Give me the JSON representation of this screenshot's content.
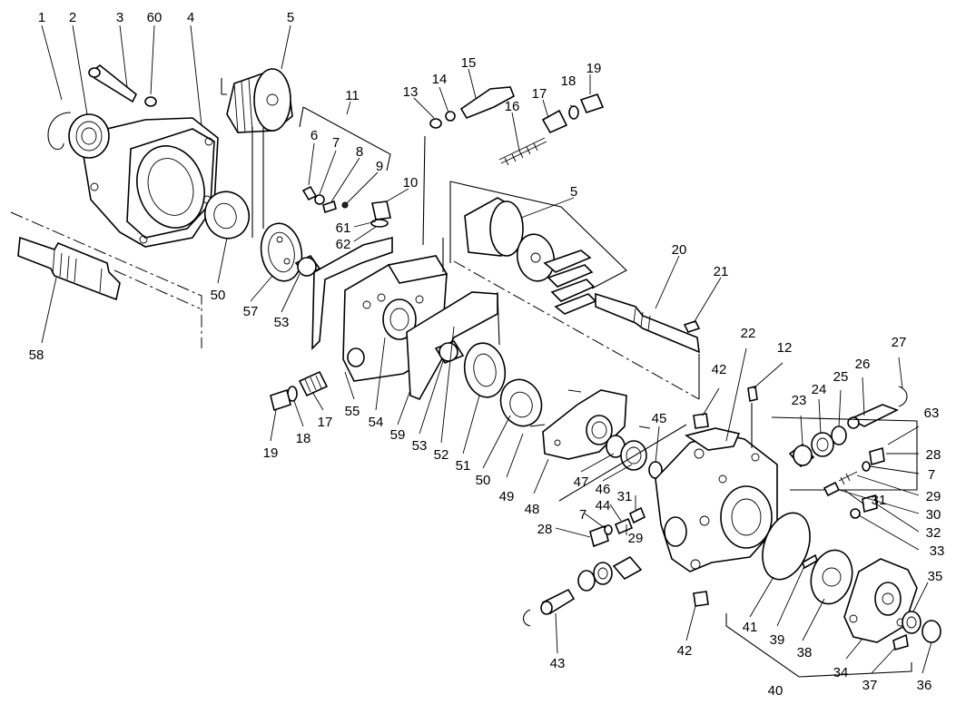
{
  "diagram": {
    "parts": [
      {
        "id": "p1",
        "label": "1"
      },
      {
        "id": "p2",
        "label": "2"
      },
      {
        "id": "p3",
        "label": "3"
      },
      {
        "id": "p60",
        "label": "60"
      },
      {
        "id": "p4",
        "label": "4"
      },
      {
        "id": "p5a",
        "label": "5"
      },
      {
        "id": "p11",
        "label": "11"
      },
      {
        "id": "p6",
        "label": "6"
      },
      {
        "id": "p7a",
        "label": "7"
      },
      {
        "id": "p8",
        "label": "8"
      },
      {
        "id": "p9",
        "label": "9"
      },
      {
        "id": "p10",
        "label": "10"
      },
      {
        "id": "p61",
        "label": "61"
      },
      {
        "id": "p62",
        "label": "62"
      },
      {
        "id": "p13",
        "label": "13"
      },
      {
        "id": "p14",
        "label": "14"
      },
      {
        "id": "p15",
        "label": "15"
      },
      {
        "id": "p16",
        "label": "16"
      },
      {
        "id": "p17a",
        "label": "17"
      },
      {
        "id": "p18a",
        "label": "18"
      },
      {
        "id": "p19a",
        "label": "19"
      },
      {
        "id": "p5b",
        "label": "5"
      },
      {
        "id": "p20",
        "label": "20"
      },
      {
        "id": "p21",
        "label": "21"
      },
      {
        "id": "p58",
        "label": "58"
      },
      {
        "id": "p50a",
        "label": "50"
      },
      {
        "id": "p57",
        "label": "57"
      },
      {
        "id": "p53a",
        "label": "53"
      },
      {
        "id": "p55",
        "label": "55"
      },
      {
        "id": "p54",
        "label": "54"
      },
      {
        "id": "p19b",
        "label": "19"
      },
      {
        "id": "p18b",
        "label": "18"
      },
      {
        "id": "p17b",
        "label": "17"
      },
      {
        "id": "p59",
        "label": "59"
      },
      {
        "id": "p53b",
        "label": "53"
      },
      {
        "id": "p52",
        "label": "52"
      },
      {
        "id": "p51",
        "label": "51"
      },
      {
        "id": "p50b",
        "label": "50"
      },
      {
        "id": "p49",
        "label": "49"
      },
      {
        "id": "p48",
        "label": "48"
      },
      {
        "id": "p47",
        "label": "47"
      },
      {
        "id": "p46",
        "label": "46"
      },
      {
        "id": "p45",
        "label": "45"
      },
      {
        "id": "p42a",
        "label": "42"
      },
      {
        "id": "p22",
        "label": "22"
      },
      {
        "id": "p12",
        "label": "12"
      },
      {
        "id": "p27",
        "label": "27"
      },
      {
        "id": "p26",
        "label": "26"
      },
      {
        "id": "p25",
        "label": "25"
      },
      {
        "id": "p24",
        "label": "24"
      },
      {
        "id": "p23",
        "label": "23"
      },
      {
        "id": "p63",
        "label": "63"
      },
      {
        "id": "p28a",
        "label": "28"
      },
      {
        "id": "p7b",
        "label": "7"
      },
      {
        "id": "p29a",
        "label": "29"
      },
      {
        "id": "p30",
        "label": "30"
      },
      {
        "id": "p31a",
        "label": "31"
      },
      {
        "id": "p32",
        "label": "32"
      },
      {
        "id": "p33",
        "label": "33"
      },
      {
        "id": "p31b",
        "label": "31"
      },
      {
        "id": "p7c",
        "label": "7"
      },
      {
        "id": "p44",
        "label": "44"
      },
      {
        "id": "p28b",
        "label": "28"
      },
      {
        "id": "p29b",
        "label": "29"
      },
      {
        "id": "p35",
        "label": "35"
      },
      {
        "id": "p41",
        "label": "41"
      },
      {
        "id": "p39",
        "label": "39"
      },
      {
        "id": "p38",
        "label": "38"
      },
      {
        "id": "p34",
        "label": "34"
      },
      {
        "id": "p40",
        "label": "40"
      },
      {
        "id": "p37",
        "label": "37"
      },
      {
        "id": "p36",
        "label": "36"
      },
      {
        "id": "p42b",
        "label": "42"
      },
      {
        "id": "p43",
        "label": "43"
      }
    ]
  }
}
